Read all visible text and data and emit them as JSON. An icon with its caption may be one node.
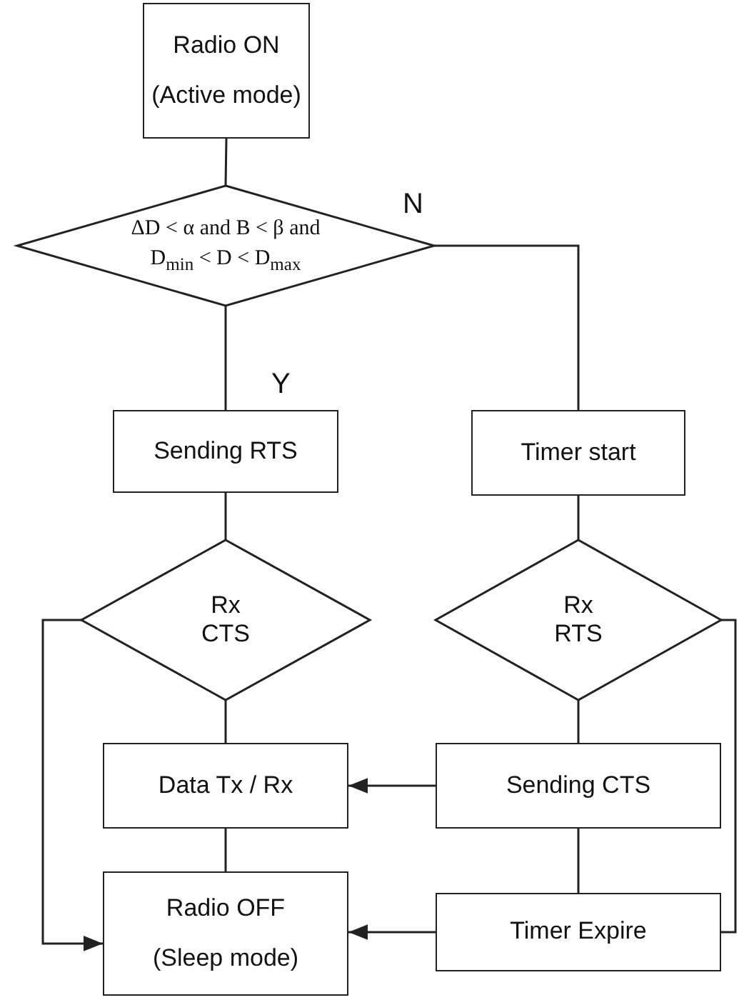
{
  "diagram": {
    "nodes": [
      {
        "text": [
          "Radio ON",
          "(Active mode)"
        ]
      },
      {
        "text": [
          "ΔD < α and B < β and D$_{min}$ < D < D$_{max}$"
        ]
      },
      {
        "text": [
          "Sending RTS"
        ]
      },
      {
        "text": [
          "Timer start"
        ]
      },
      {
        "text": [
          "Rx CTS"
        ]
      },
      {
        "text": [
          "Rx RTS"
        ]
      },
      {
        "text": [
          "Data Tx / Rx"
        ]
      },
      {
        "text": [
          "Sending CTS"
        ]
      },
      {
        "text": [
          "Radio OFF",
          "(Sleep mode)"
        ]
      },
      {
        "text": [
          "Timer Expire"
        ]
      }
    ],
    "edges": [
      {
        "from": 0,
        "to": 1,
        "arrow": "none"
      },
      {
        "from": 1,
        "to": 2,
        "arrow": "none",
        "label": "Y"
      },
      {
        "from": 1,
        "to": 3,
        "arrow": "none",
        "label": "N"
      },
      {
        "from": 2,
        "to": 4,
        "arrow": "none"
      },
      {
        "from": 3,
        "to": 5,
        "arrow": "none"
      },
      {
        "from": 4,
        "to": 6,
        "arrow": "none"
      },
      {
        "from": 4,
        "to": 8,
        "arrow": "to"
      },
      {
        "from": 5,
        "to": 7,
        "arrow": "none"
      },
      {
        "from": 7,
        "to": 6,
        "arrow": "to"
      },
      {
        "from": 6,
        "to": 8,
        "arrow": "none"
      },
      {
        "from": 7,
        "to": 9,
        "arrow": "none"
      },
      {
        "from": 9,
        "to": 8,
        "arrow": "to"
      },
      {
        "from": 9,
        "to": 5,
        "arrow": "none"
      }
    ]
  }
}
